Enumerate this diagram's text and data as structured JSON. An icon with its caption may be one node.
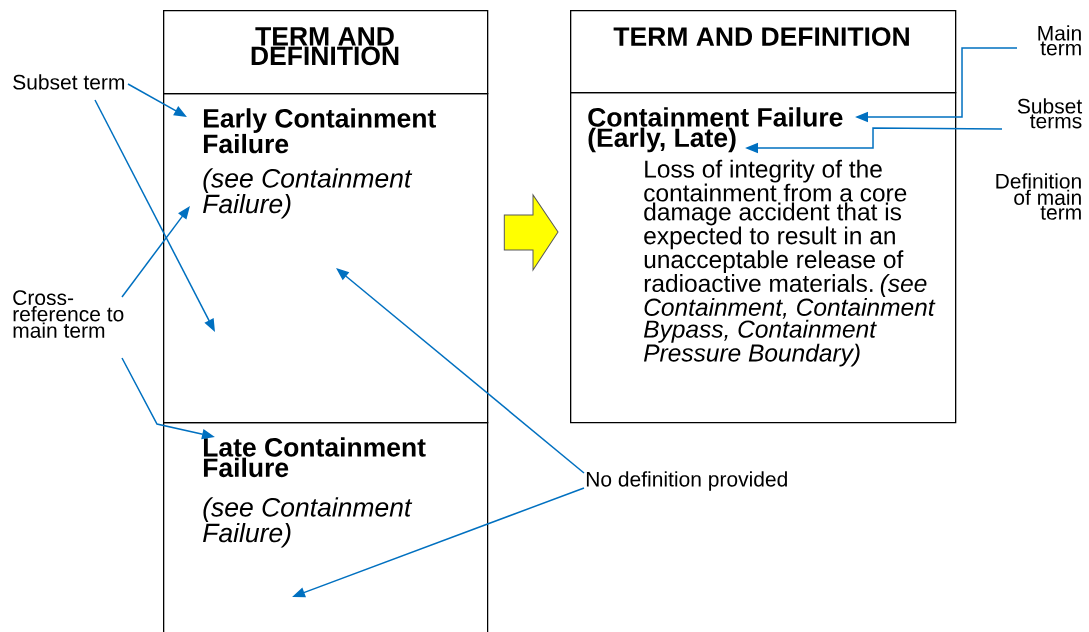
{
  "diagram": {
    "nodes": [
      {
        "text": [
          "TERM AND DEFINITION"
        ]
      },
      {
        "text": [
          "Early Containment Failure",
          "(see Containment Failure)"
        ]
      },
      {
        "text": [
          "Late Containment Failure",
          "(see Containment Failure)"
        ]
      },
      {
        "text": [
          "TERM AND DEFINITION"
        ]
      },
      {
        "text": [
          "Containment Failure (Early, Late)",
          "Loss of integrity of the containment from a core damage accident that is expected to result in an unacceptable release of radioactive materials.  *(see Containment, Containment Bypass, Containment Pressure Boundary)*"
        ]
      },
      {
        "text": [
          "Subset term"
        ]
      },
      {
        "text": [
          "Cross-reference to main term"
        ]
      },
      {
        "text": [
          "Main term"
        ]
      },
      {
        "text": [
          "Subset terms"
        ]
      },
      {
        "text": [
          "No definition provided"
        ]
      }
    ],
    "edges": [
      {
        "from": 5,
        "to": 1,
        "arrow": "to"
      },
      {
        "from": 5,
        "to": 1,
        "arrow": "to"
      },
      {
        "from": 6,
        "to": 1,
        "arrow": "to"
      },
      {
        "from": 6,
        "to": 2,
        "arrow": "to"
      },
      {
        "from": 9,
        "to": 1,
        "arrow": "to"
      },
      {
        "from": 9,
        "to": 2,
        "arrow": "to"
      },
      {
        "from": 7,
        "to": 4,
        "arrow": "to"
      },
      {
        "from": 8,
        "to": 4,
        "arrow": "to"
      },
      {
        "from": 1,
        "to": 4,
        "arrow": "to",
        "style": "thick",
        "color": "#ffff00"
      }
    ],
    "labels": [
      "Definition of main term"
    ]
  }
}
